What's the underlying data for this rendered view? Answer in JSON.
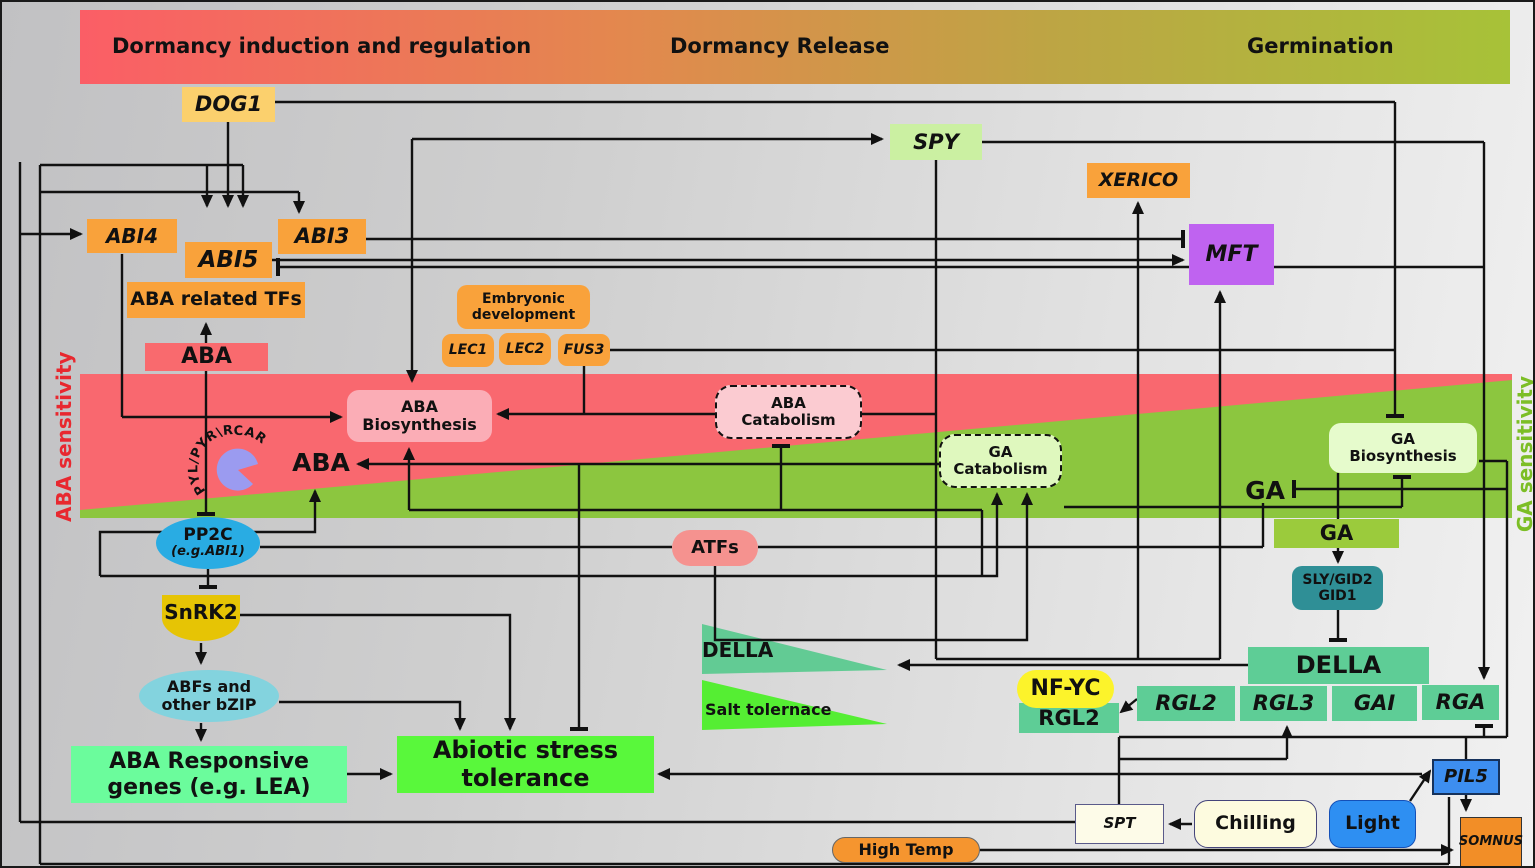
{
  "banner": {
    "phase1": "Dormancy induction and regulation",
    "phase2": "Dormancy Release",
    "phase3": "Germination"
  },
  "axes": {
    "aba_sensitivity": "ABA sensitivity",
    "ga_sensitivity": "GA sensitivity",
    "aba_band_color": "#f9686f",
    "ga_band_color": "#8cc63f"
  },
  "receptor": {
    "pacman_label": "PYL/PYR\\RCAR"
  },
  "wedges": {
    "della": "DELLA",
    "salt": "Salt tolernace"
  },
  "nodes": {
    "dog1": "DOG1",
    "spy": "SPY",
    "xerico": "XERICO",
    "abi4": "ABI4",
    "abi3": "ABI3",
    "abi5": "ABI5",
    "aba_related_tfs": "ABA related TFs",
    "aba_hormone_box": "ABA",
    "embryonic_development": "Embryonic development",
    "lec1": "LEC1",
    "lec2": "LEC2",
    "fus3": "FUS3",
    "mft": "MFT",
    "aba_biosynthesis": "ABA Biosynthesis",
    "aba_catabolism": "ABA Catabolism",
    "ga_catabolism": "GA Catabolism",
    "ga_biosynthesis": "GA Biosynthesis",
    "aba_free": "ABA",
    "ga_free": "GA",
    "pp2c_line1": "PP2C",
    "pp2c_line2": "(e.g.ABI1)",
    "snrk2": "SnRK2",
    "abfs": "ABFs and other bZIP",
    "aba_responsive_genes": "ABA Responsive genes (e.g. LEA)",
    "abiotic_stress": "Abiotic stress tolerance",
    "atfs": "ATFs",
    "ga_box": "GA",
    "sly_gid": "SLY/GID2 GID1",
    "della": "DELLA",
    "rgl2_upper": "RGL2",
    "rgl3": "RGL3",
    "gai": "GAI",
    "rga": "RGA",
    "nf_yc": "NF-YC",
    "rgl2_lower": "RGL2",
    "pil5": "PIL5",
    "spt": "SPT",
    "chilling": "Chilling",
    "light": "Light",
    "somnus": "SOMNUS",
    "high_temp": "High Temp"
  }
}
